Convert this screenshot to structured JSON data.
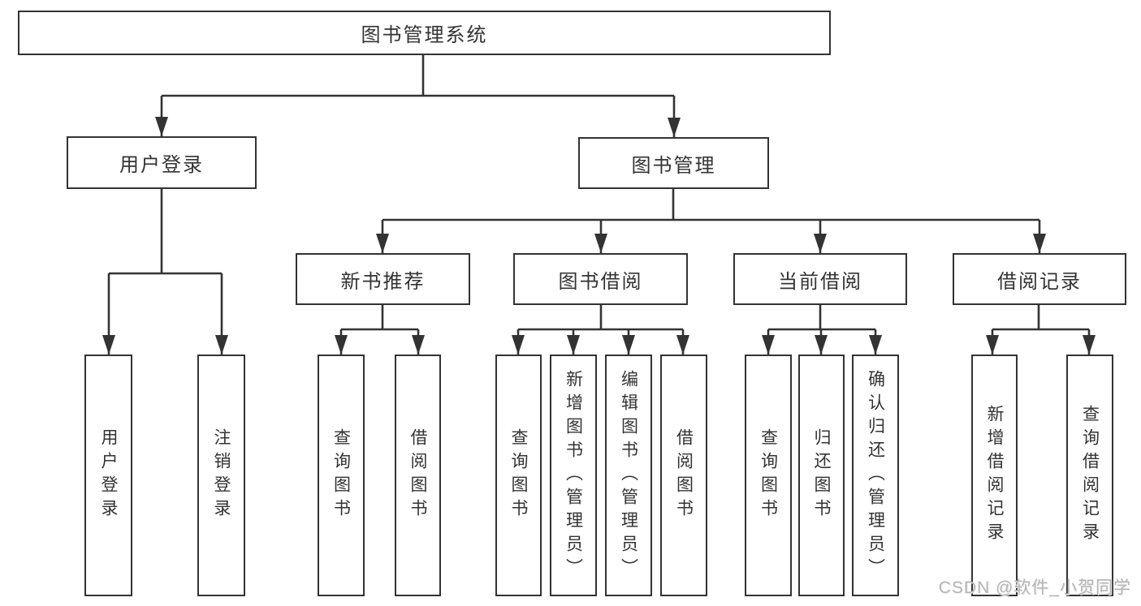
{
  "colors": {
    "line": "#333333",
    "text": "#333333",
    "box_bg": "#ffffff",
    "background": "#ffffff",
    "watermark": "#b5b5b5"
  },
  "diagram": {
    "root": {
      "label": "图书管理系统"
    },
    "level1": {
      "user_login": {
        "label": "用户登录"
      },
      "book_management": {
        "label": "图书管理"
      }
    },
    "level2": {
      "new_book_recommend": {
        "label": "新书推荐"
      },
      "book_borrow": {
        "label": "图书借阅"
      },
      "current_borrow": {
        "label": "当前借阅"
      },
      "borrow_records": {
        "label": "借阅记录"
      }
    },
    "leaves": {
      "user_login": {
        "label": "用户登录"
      },
      "logout": {
        "label": "注销登录"
      },
      "recommend_query_books": {
        "label": "查询图书"
      },
      "recommend_borrow_books": {
        "label": "借阅图书"
      },
      "borrow_query_books": {
        "label": "查询图书"
      },
      "borrow_add_books": {
        "label": "新增图书（管理员）"
      },
      "borrow_edit_books": {
        "label": "编辑图书（管理员）"
      },
      "borrow_borrow_books": {
        "label": "借阅图书"
      },
      "current_query_books": {
        "label": "查询图书"
      },
      "current_return_books": {
        "label": "归还图书"
      },
      "current_confirm_return": {
        "label": "确认归还（管理员）"
      },
      "records_add_record": {
        "label": "新增借阅记录"
      },
      "records_query_record": {
        "label": "查询借阅记录"
      }
    }
  },
  "watermark": {
    "text": "CSDN @软件_小贺同学"
  }
}
